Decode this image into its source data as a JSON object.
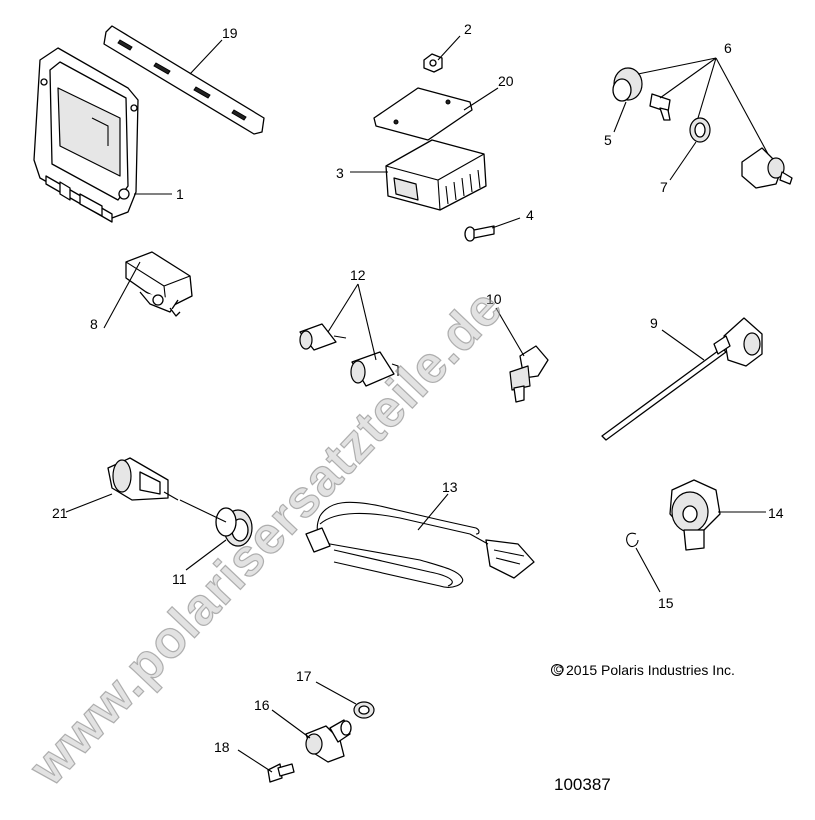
{
  "callouts": {
    "c1": "1",
    "c2": "2",
    "c3": "3",
    "c4": "4",
    "c5": "5",
    "c6": "6",
    "c7": "7",
    "c8": "8",
    "c9": "9",
    "c10": "10",
    "c11": "11",
    "c12": "12",
    "c13": "13",
    "c14": "14",
    "c15": "15",
    "c16": "16",
    "c17": "17",
    "c18": "18",
    "c19": "19",
    "c20": "20",
    "c21": "21"
  },
  "copyright": "2015 Polaris Industries Inc.",
  "copyright_symbol": "©",
  "document_number": "100387",
  "watermark": "www.polarisersatzteile.de"
}
